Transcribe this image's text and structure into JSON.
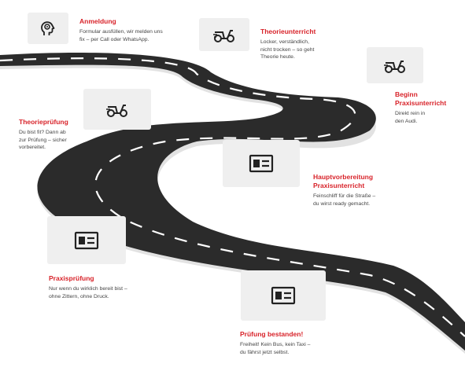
{
  "colors": {
    "accent": "#d8232a",
    "road": "#2b2b2b",
    "road_edge": "#e4e4e4",
    "lane_mark": "#ffffff",
    "card": "#efefef",
    "icon": "#222222",
    "text": "#444444"
  },
  "steps": [
    {
      "id": "anmeldung",
      "icon": "head-profile-icon",
      "title": "Anmeldung",
      "desc": "Formular ausfüllen, wir melden uns\nfix – per Call oder WhatsApp."
    },
    {
      "id": "theorieunterricht",
      "icon": "scooter-icon",
      "title": "Theorieunterricht",
      "desc": "Locker, verständlich,\nnicht trocken – so geht\nTheorie heute."
    },
    {
      "id": "beginn-praxis",
      "icon": "scooter-icon",
      "title": "Beginn\nPraxisunterricht",
      "desc": "Direkt rein in\nden Audi."
    },
    {
      "id": "theoriepruefung",
      "icon": "scooter-icon",
      "title": "Theorieprüfung",
      "desc": "Du bist fit? Dann ab\nzur Prüfung – sicher\nvorbereitet."
    },
    {
      "id": "hauptvorbereitung",
      "icon": "id-card-icon",
      "title": "Hauptvorbereitung\nPraxisunterricht",
      "desc": "Feinschliff für die Straße –\ndu wirst ready gemacht."
    },
    {
      "id": "praxispruefung",
      "icon": "id-card-icon",
      "title": "Praxisprüfung",
      "desc": "Nur wenn du wirklich bereit bist –\nohne Zittern, ohne Druck."
    },
    {
      "id": "bestanden",
      "icon": "id-card-icon",
      "title": "Prüfung bestanden!",
      "desc": "Freiheit! Kein Bus, kein Taxi –\ndu fährst jetzt selbst."
    }
  ]
}
